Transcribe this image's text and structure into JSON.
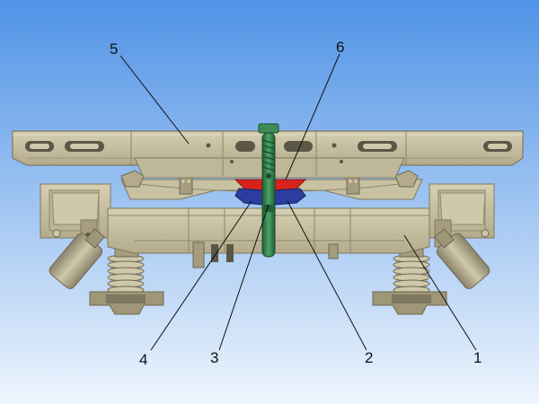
{
  "diagram": {
    "callouts": [
      {
        "id": "1",
        "label": "1"
      },
      {
        "id": "2",
        "label": "2"
      },
      {
        "id": "3",
        "label": "3"
      },
      {
        "id": "4",
        "label": "4"
      },
      {
        "id": "5",
        "label": "5"
      },
      {
        "id": "6",
        "label": "6"
      }
    ]
  },
  "colors": {
    "sky_top": "#4f93e6",
    "sky_bottom": "#eef5fd",
    "frame": "#c8c1a2",
    "frame_dark": "#9e9677",
    "frame_shadow": "#7f7860",
    "slot": "#5b5646",
    "pin": "#2f7d4a",
    "wedge_red": "#d8231c",
    "pad_blue": "#2b3d9e",
    "damper": "#a69d7f",
    "leader": "#111111"
  }
}
